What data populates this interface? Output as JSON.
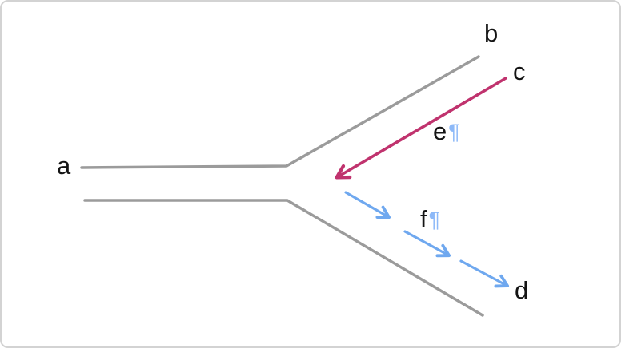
{
  "diagram": {
    "labels": {
      "a": "a",
      "b": "b",
      "c": "c",
      "d": "d",
      "e": "e",
      "f": "f",
      "pilcrow": "¶"
    },
    "colors": {
      "line_gray": "#9b9b9b",
      "arrow_pink": "#c0336e",
      "arrow_blue": "#6fa8ef",
      "label_text": "#141414",
      "pilcrow_blue": "#8db9f8",
      "frame_border": "#d3d3d3",
      "background": "#ffffff"
    }
  }
}
